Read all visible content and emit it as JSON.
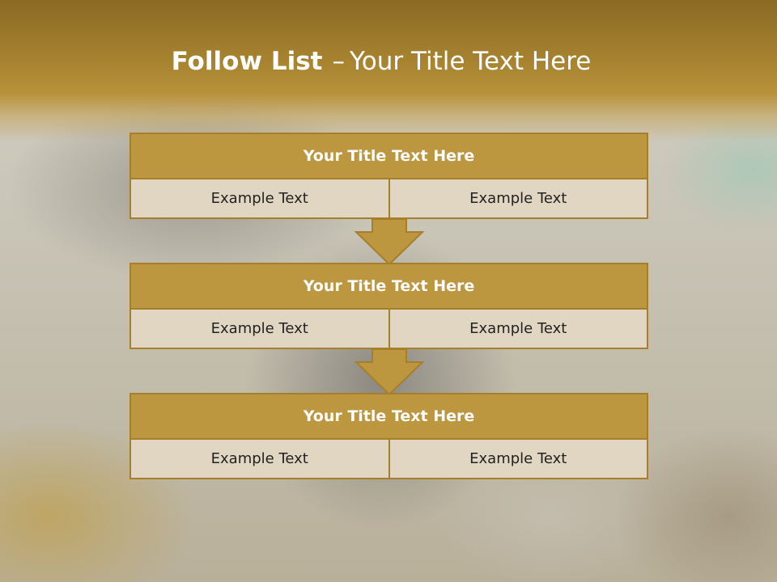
{
  "slide": {
    "title_bold": "Follow List",
    "title_separator": "–",
    "title_rest": "Your Title Text Here"
  },
  "steps": [
    {
      "title": "Your Title Text Here",
      "left": "Example Text",
      "right": "Example Text"
    },
    {
      "title": "Your Title Text Here",
      "left": "Example Text",
      "right": "Example Text"
    },
    {
      "title": "Your Title Text Here",
      "left": "Example Text",
      "right": "Example Text"
    }
  ],
  "colors": {
    "header_gold": "#b8913a",
    "block_title_fill": "#bd9640",
    "block_border": "#a77e2c",
    "cell_fill": "#e1d6c2"
  }
}
